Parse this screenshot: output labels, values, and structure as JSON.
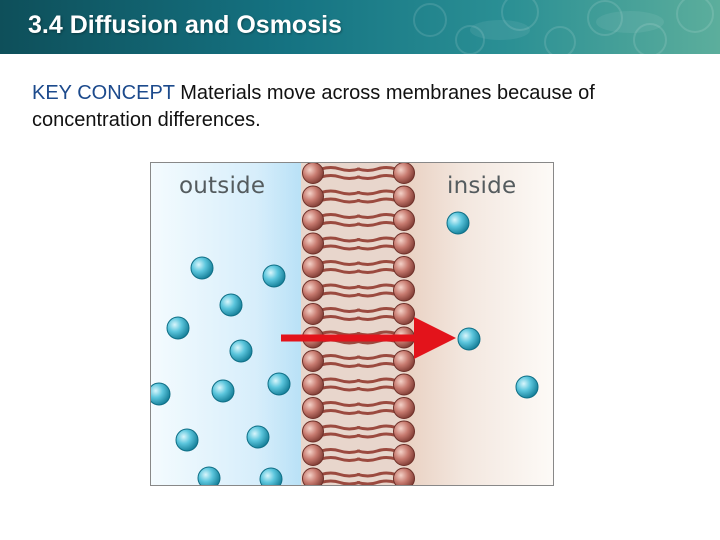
{
  "slide": {
    "title": "3.4  Diffusion and Osmosis",
    "key_concept_label": "KEY CONCEPT",
    "key_concept_text": " Materials move across membranes because of concentration differences."
  },
  "figure": {
    "outside_label": "outside",
    "inside_label": "inside",
    "arrow_icon": "right-arrow-icon",
    "colors": {
      "title_bar": "#157382",
      "key_concept": "#1c4a8c",
      "arrow": "#e3131b",
      "molecule": "#3fb3cc",
      "phospholipid_head": "#c77a6f"
    }
  }
}
